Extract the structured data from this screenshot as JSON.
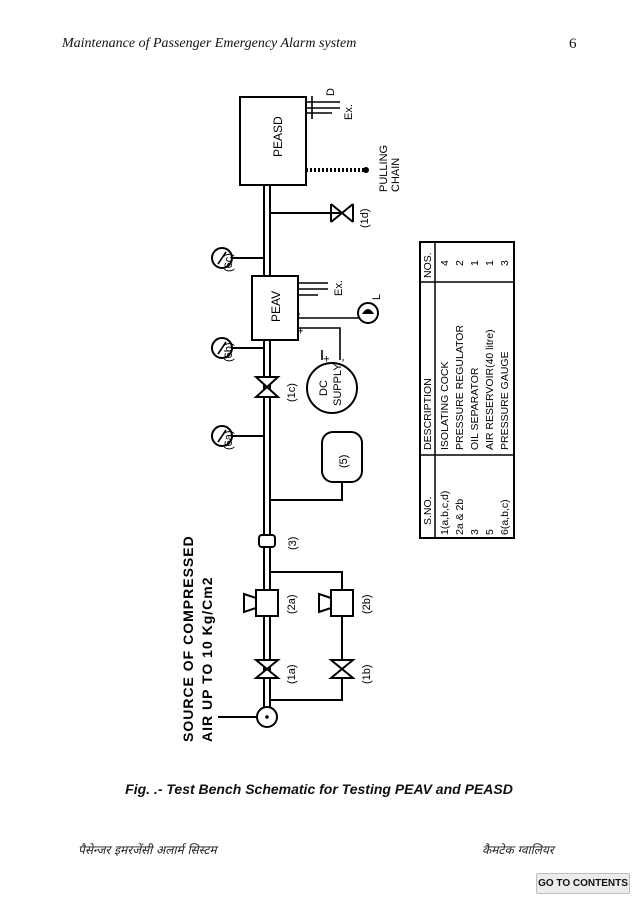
{
  "header": {
    "title": "Maintenance of Passenger Emergency Alarm system",
    "page_number": "6"
  },
  "schematic": {
    "source_line_1": "SOURCE OF COMPRESSED",
    "source_line_2": "AIR UP TO 10 Kg/Cm2",
    "peasd": "PEASD",
    "peav": "PEAV",
    "pulling_chain_1": "PULLING",
    "pulling_chain_2": "CHAIN",
    "dc_supply_1": "DC",
    "dc_supply_2": "SUPPLY",
    "exhaust_top": "Ex.",
    "exhaust_peav": "Ex.",
    "lamp": "L",
    "terminal_top": "D",
    "plus_1": "+",
    "minus_1": "-",
    "plus_2": "+",
    "minus_2": "-",
    "labels": {
      "c1a": "(1a)",
      "c1b": "(1b)",
      "c1c": "(1c)",
      "c1d": "(1d)",
      "r2a": "(2a)",
      "r2b": "(2b)",
      "s3": "(3)",
      "a5": "(5)",
      "g6a": "(6a)",
      "g6b": "(6b)",
      "g6c": "(6c)"
    }
  },
  "parts_table": {
    "headers": [
      "S.NO.",
      "DESCRIPTION",
      "NOS."
    ],
    "rows": [
      {
        "sno": "1(a,b,c,d)",
        "desc": "ISOLATING COCK",
        "nos": "4"
      },
      {
        "sno": "2a & 2b",
        "desc": "PRESSURE REGULATOR",
        "nos": "2"
      },
      {
        "sno": "3",
        "desc": "OIL SEPARATOR",
        "nos": "1"
      },
      {
        "sno": "5",
        "desc": "AIR RESERVOIR(40 litre)",
        "nos": "1"
      },
      {
        "sno": "6(a,b,c)",
        "desc": "PRESSURE GAUGE",
        "nos": "3"
      }
    ]
  },
  "caption": "Fig. .- Test Bench Schematic for Testing PEAV and PEASD",
  "footer": {
    "left": "पैसेन्जर इमरजेंसी अलार्म सिस्टम",
    "right": "कैमटेक ग्वालियर"
  },
  "goto_button": "GO TO CONTENTS"
}
